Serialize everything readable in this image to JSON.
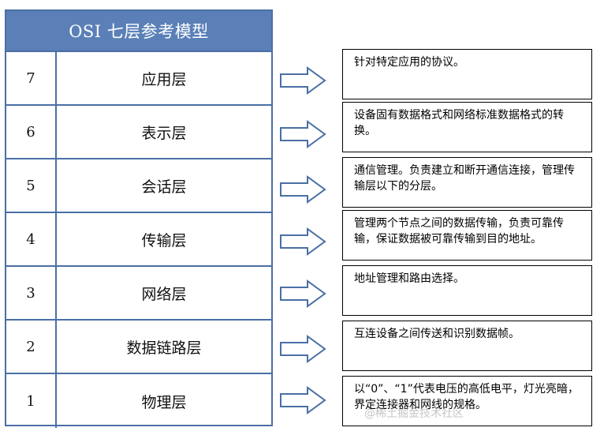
{
  "table": {
    "title": "OSI 七层参考模型",
    "layers": [
      {
        "num": "7",
        "name": "应用层",
        "desc": "针对特定应用的协议。"
      },
      {
        "num": "6",
        "name": "表示层",
        "desc": "设备固有数据格式和网络标准数据格式的转换。"
      },
      {
        "num": "5",
        "name": "会话层",
        "desc": "通信管理。负责建立和断开通信连接，管理传输层以下的分层。"
      },
      {
        "num": "4",
        "name": "传输层",
        "desc": "管理两个节点之间的数据传输，负责可靠传输，保证数据被可靠传输到目的地址。"
      },
      {
        "num": "3",
        "name": "网络层",
        "desc": "地址管理和路由选择。"
      },
      {
        "num": "2",
        "name": "数据链路层",
        "desc": "互连设备之间传送和识别数据帧。"
      },
      {
        "num": "1",
        "name": "物理层",
        "desc": "以“0”、“1”代表电压的高低电平，灯光亮暗，界定连接器和网线的规格。"
      }
    ]
  },
  "watermark": "@稀土掘金技术社区",
  "colors": {
    "header_bg": "#5b80b8",
    "border": "#4a6fa5",
    "arrow": "#4a6fa5"
  },
  "icons": {
    "arrow": "right-arrow-icon"
  }
}
